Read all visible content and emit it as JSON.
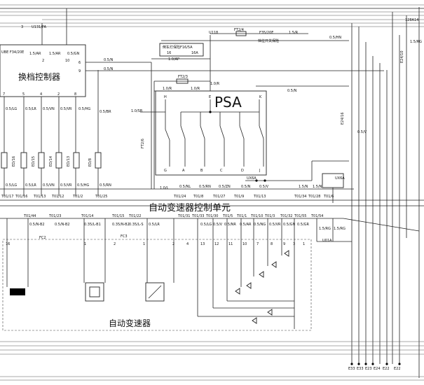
{
  "shift_controller": {
    "title": "换档控制器",
    "top_fuse": "U131/PA",
    "left_fuse": "UBE F34/20E",
    "out_wires": [
      "1.5/AR",
      "1.5/AR",
      "0.5/GN",
      "0.5/N",
      "0.5/N"
    ],
    "pin_top": [
      "3",
      "2",
      "10",
      "6",
      "9"
    ],
    "pins_bottom": [
      "7",
      "5",
      "4",
      "2",
      "8"
    ],
    "wires": [
      "0.5/LG",
      "0.5/LR",
      "0.5/VN",
      "0.5/VR",
      "0.5/HG",
      "0.5/BR"
    ]
  },
  "top_labels": {
    "u118": "U118",
    "fuse_a": "FT2/4",
    "fuse_b": "F35/20E",
    "switch_label": "档位开关保险",
    "wire_r": "1.5/R",
    "hn": "0.5/HN",
    "relay": "倒车灯保险F16/5A",
    "relay_pins": [
      "16",
      "16A"
    ],
    "relay_wire": "1.0/AP",
    "ft": "FT2/3",
    "w1": "1.0/R",
    "w2": "1.0/R",
    "w3": "1.0/R",
    "e24a": "E24/10",
    "rg": "1.5/RG",
    "right_top": "128A14",
    "e24b": "E24/16",
    "v": "0.5/V",
    "n2": "0.5/N",
    "sb": "1.0/SB",
    "ft26": "FT2/6"
  },
  "psa": {
    "title": "PSA",
    "top_pins": [
      "H",
      "E",
      "K"
    ],
    "bottom_pins": [
      "G",
      "A",
      "B",
      "C",
      "D",
      "J"
    ]
  },
  "connectors": [
    "ED/16",
    "ED/15",
    "ED/14",
    "ED/13",
    "ED/8"
  ],
  "bus": {
    "wires": [
      "0.5/LG",
      "0.5/LR",
      "0.5/VN",
      "0.5/VR",
      "0.5/HG",
      "0.5/RN",
      "1.0/L",
      "0.5/NL",
      "0.5/RN",
      "0.5/ZN",
      "0.5/N",
      "0.5/V",
      "1.5/N",
      "1.5/N"
    ],
    "terminals": [
      "T01/17",
      "T01/16",
      "T01/13",
      "T01/12",
      "T01/2",
      "T01/25",
      "T01/24",
      "T01/8",
      "T01/27",
      "T01/9",
      "T01/13",
      "T01/34",
      "T01/28",
      "T01/6"
    ],
    "ux": [
      "UX6A",
      "UX6A"
    ]
  },
  "tcu": {
    "title": "自动变速器控制单元",
    "terminals": [
      "T01/44",
      "T01/23",
      "T01/14",
      "T01/15",
      "T01/22",
      "T01/31",
      "T01/33",
      "T01/30",
      "T01/5",
      "T01/1",
      "T01/10",
      "T01/3",
      "T01/32",
      "T01/55",
      "T01/54"
    ],
    "wires": [
      "0.5/N-B2",
      "0.5/N-B2",
      "0.35/L-B1",
      "0.35/N-B2",
      "0.35/L-S",
      "0.5/LR",
      "0.5/LG",
      "0.5/V",
      "0.5/NR",
      "0.5/AR",
      "0.5/NG",
      "0.5/VR",
      "0.5/GN",
      "0.5/GR",
      "1.5/RG",
      "1.5/RG"
    ],
    "fc": [
      "FC2",
      "FC3"
    ],
    "u": "U01A"
  },
  "transmission": {
    "title": "自动变速器",
    "pins": [
      "1",
      "2",
      "1",
      "2",
      "4",
      "13",
      "12",
      "11",
      "10",
      "7",
      "8",
      "9",
      "3",
      "1"
    ],
    "left_pin": "16"
  },
  "grounds": [
    "E33",
    "E33",
    "E23",
    "E24",
    "E22",
    "E22"
  ]
}
